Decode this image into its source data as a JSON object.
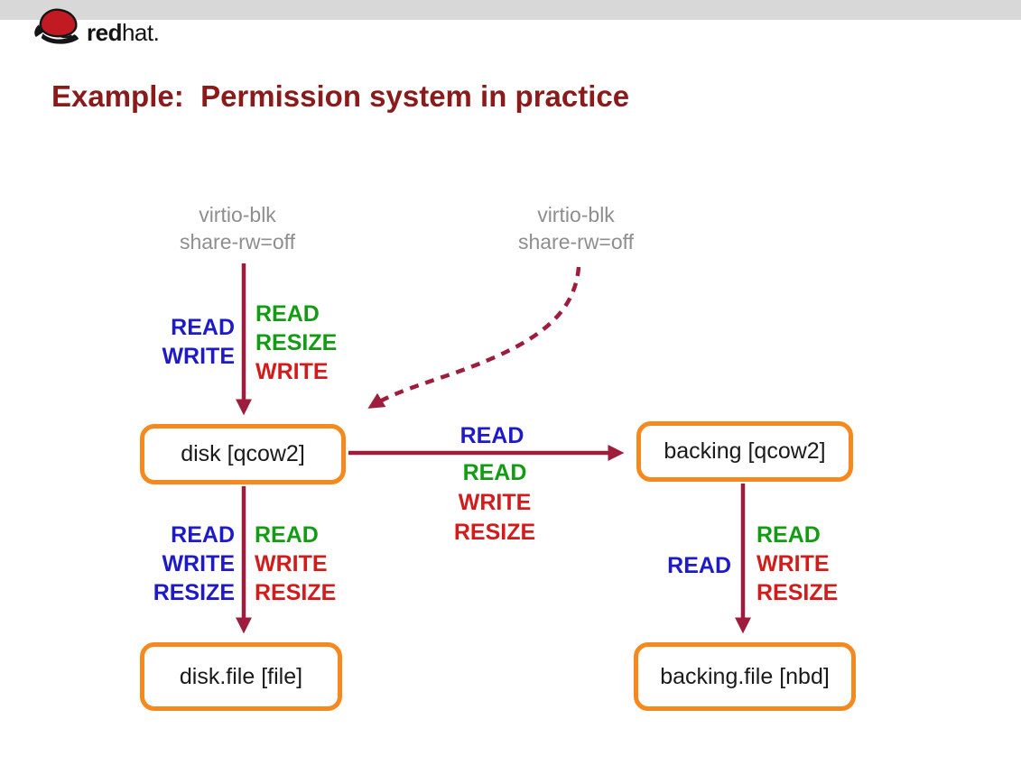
{
  "logo": {
    "red": "red",
    "hat": "hat."
  },
  "title": "Example:  Permission system in practice",
  "colors": {
    "title": "#8b1a1a",
    "arrow": "#9e1c3c",
    "node_border": "#f6891e",
    "perm_blue": "#1e1ac8",
    "perm_green": "#149b14",
    "perm_red": "#d21c1c",
    "muted_gray": "#8e8e8e",
    "top_bar": "#d8d8d8",
    "logo_red": "#c21a22"
  },
  "diagram": {
    "attachments": {
      "left": {
        "line1": "virtio-blk",
        "line2": "share-rw=off"
      },
      "right": {
        "line1": "virtio-blk",
        "line2": "share-rw=off"
      }
    },
    "nodes": {
      "disk": "disk [qcow2]",
      "backing": "backing [qcow2]",
      "disk_file": "disk.file [file]",
      "backing_file": "backing.file [nbd]"
    },
    "edges": {
      "virtio_to_disk": {
        "left": [
          "READ",
          "WRITE"
        ],
        "right": [
          "READ",
          "RESIZE",
          "WRITE"
        ]
      },
      "disk_to_backing": {
        "top": [
          "READ"
        ],
        "bottom": [
          "READ",
          "WRITE",
          "RESIZE"
        ]
      },
      "disk_to_diskfile": {
        "left": [
          "READ",
          "WRITE",
          "RESIZE"
        ],
        "right": [
          "READ",
          "WRITE",
          "RESIZE"
        ]
      },
      "backing_to_backingfile": {
        "left": [
          "READ"
        ],
        "right": [
          "READ",
          "WRITE",
          "RESIZE"
        ]
      }
    }
  }
}
